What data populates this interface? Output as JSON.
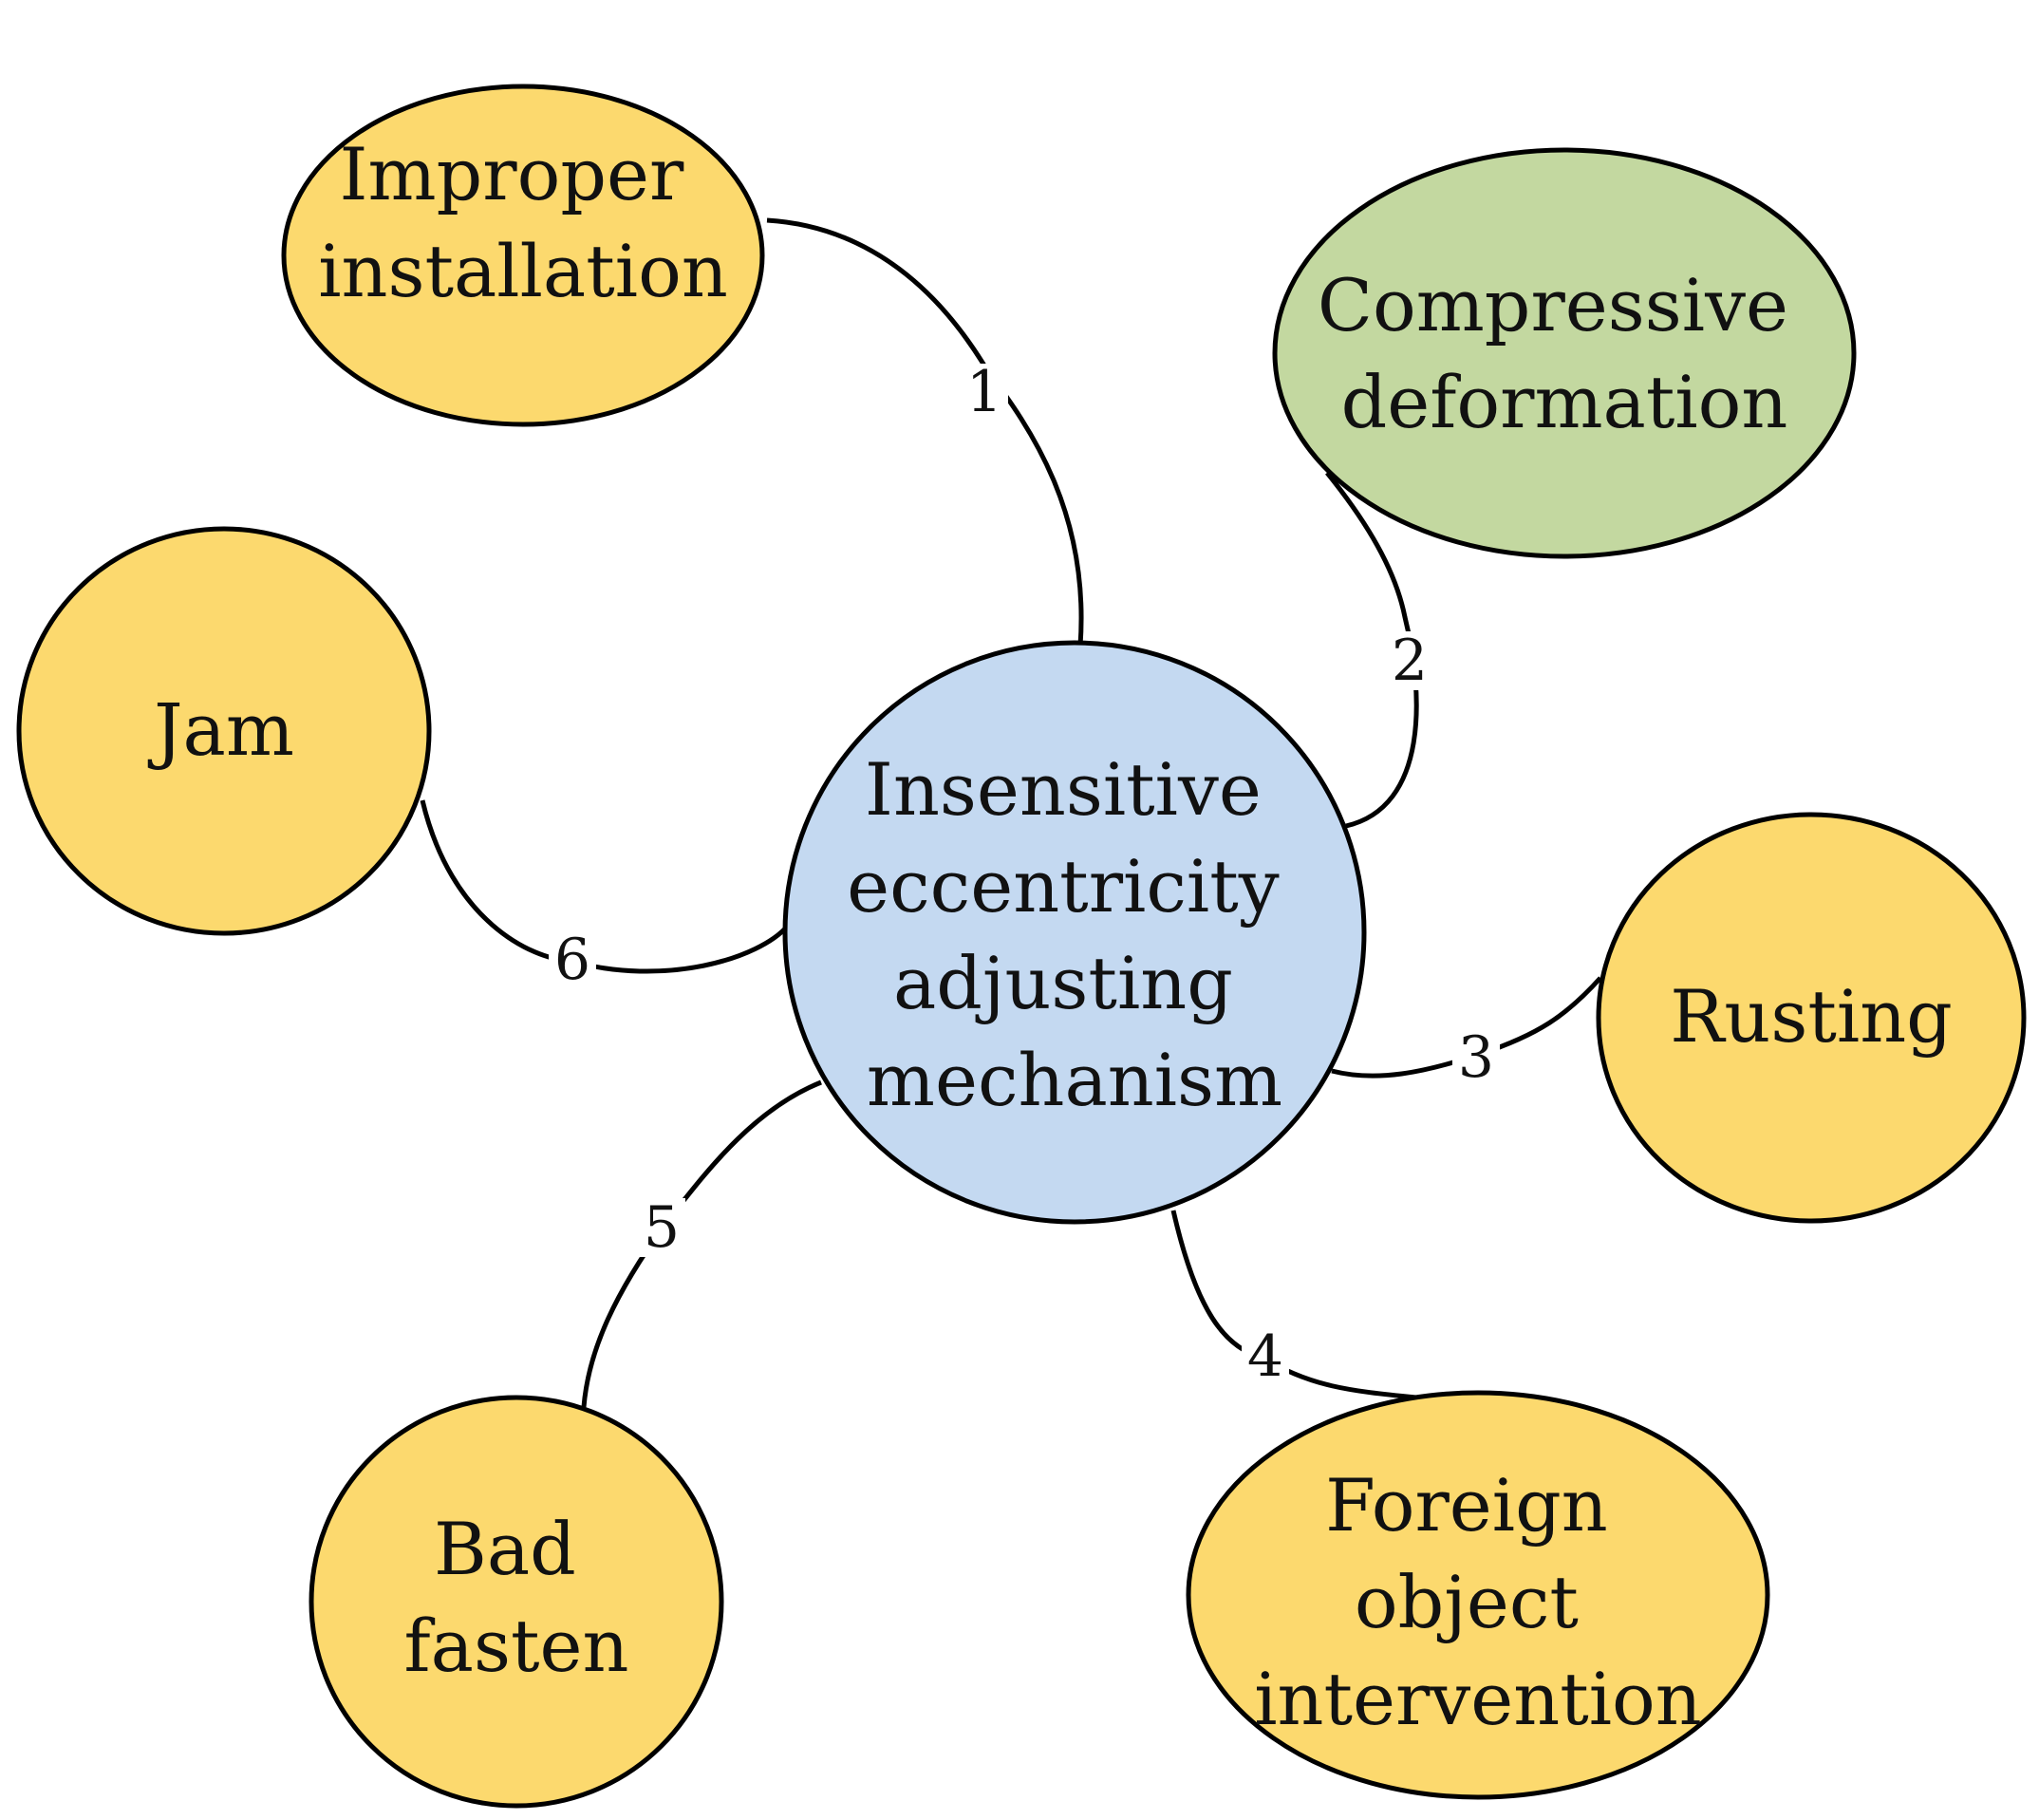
{
  "colors": {
    "center_fill": "#c4d9f1",
    "cause_fill": "#fcd96e",
    "highlight_fill": "#c3d8a0",
    "stroke": "#000000"
  },
  "center": {
    "lines": [
      "Insensitive",
      "eccentricity",
      "adjusting",
      "mechanism"
    ]
  },
  "causes": [
    {
      "id": "improper-installation",
      "lines": [
        "Improper",
        "installation"
      ],
      "link_label": "1",
      "highlight": false
    },
    {
      "id": "compressive-deformation",
      "lines": [
        "Compressive",
        "deformation"
      ],
      "link_label": "2",
      "highlight": true
    },
    {
      "id": "rusting",
      "lines": [
        "Rusting"
      ],
      "link_label": "3",
      "highlight": false
    },
    {
      "id": "foreign-object-intervention",
      "lines": [
        "Foreign",
        "object",
        "intervention"
      ],
      "link_label": "4",
      "highlight": false
    },
    {
      "id": "bad-fasten",
      "lines": [
        "Bad",
        "fasten"
      ],
      "link_label": "5",
      "highlight": false
    },
    {
      "id": "jam",
      "lines": [
        "Jam"
      ],
      "link_label": "6",
      "highlight": false
    }
  ]
}
